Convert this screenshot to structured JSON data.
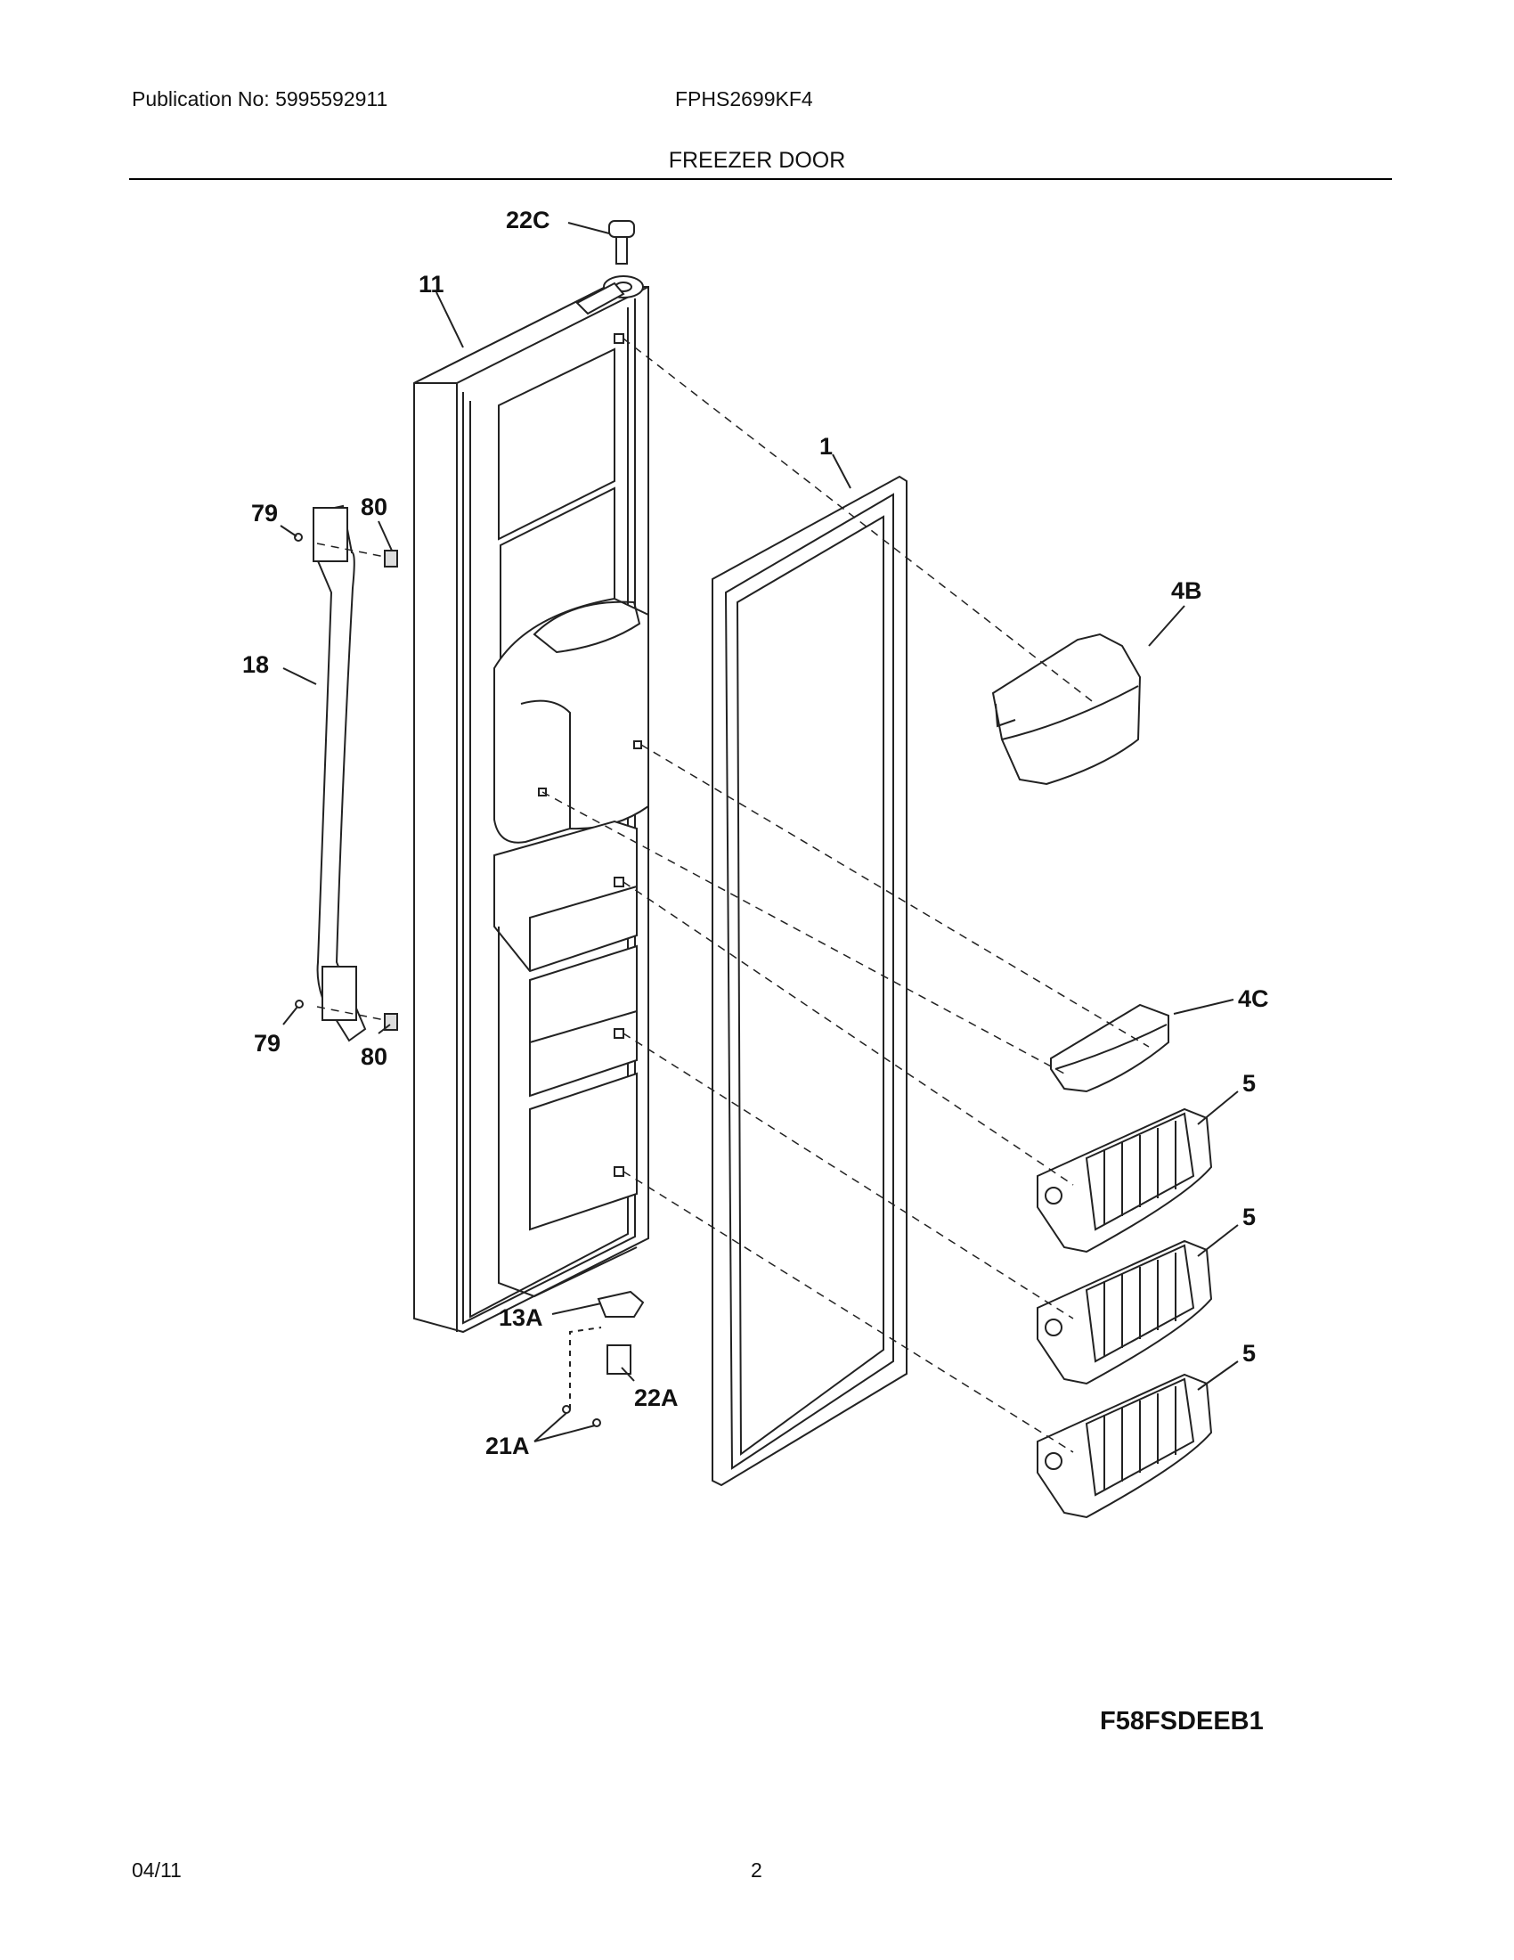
{
  "header": {
    "publication": "Publication No: 5995592911",
    "model": "FPHS2699KF4",
    "section_title": "FREEZER DOOR"
  },
  "callouts": {
    "c22C": "22C",
    "c11": "11",
    "c1": "1",
    "c79a": "79",
    "c80a": "80",
    "c18": "18",
    "c4B": "4B",
    "c4C": "4C",
    "c79b": "79",
    "c80b": "80",
    "c5a": "5",
    "c5b": "5",
    "c5c": "5",
    "c13A": "13A",
    "c22A": "22A",
    "c21A": "21A"
  },
  "footer": {
    "diagram_code": "F58FSDEEB1",
    "date": "04/11",
    "page_number": "2"
  }
}
